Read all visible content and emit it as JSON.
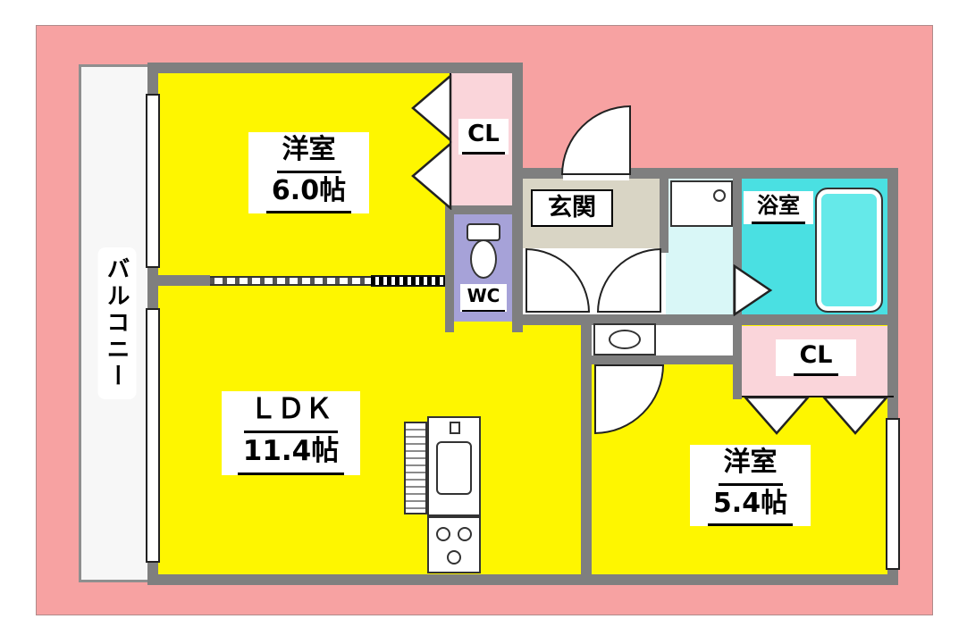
{
  "colors": {
    "background_pink": "#f7a2a2",
    "wall_gray": "#7f7f7f",
    "room_yellow": "#fef600",
    "closet_pink": "#fad5da",
    "bath_cyan": "#4ae0e2",
    "washroom_cyan": "#d9f7f7",
    "wc_purple": "#a6a2d8",
    "entrance_beige": "#d9d5c5",
    "balcony_white": "#f7f7f7"
  },
  "balcony": {
    "label": "バルコニー"
  },
  "rooms": {
    "western6": {
      "name": "洋室",
      "size": "6.0帖"
    },
    "ldk": {
      "name": "ＬＤＫ",
      "size": "11.4帖"
    },
    "western5": {
      "name": "洋室",
      "size": "5.4帖"
    }
  },
  "closets": {
    "top": "CL",
    "right": "CL"
  },
  "entrance": {
    "label": "玄関"
  },
  "wc": {
    "label": "WC"
  },
  "bath": {
    "label": "浴室"
  }
}
